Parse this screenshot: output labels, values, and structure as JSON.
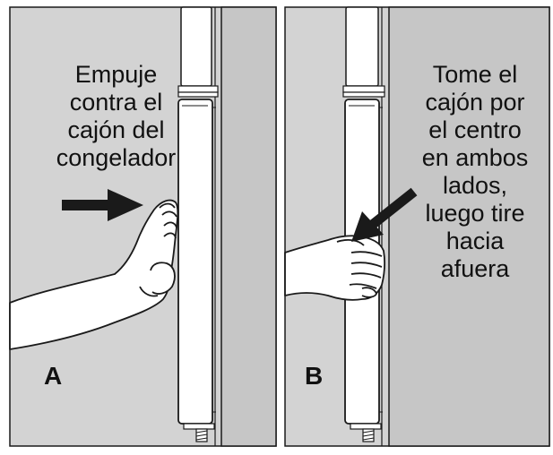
{
  "panels": [
    {
      "letter": "A",
      "instruction_lines": [
        "Empuje",
        "contra el",
        "cajón del",
        "congelador"
      ]
    },
    {
      "letter": "B",
      "instruction_lines": [
        "Tome el",
        "cajón por",
        "el centro",
        "en ambos",
        "lados,",
        "luego tire",
        "hacia",
        "afuera"
      ]
    }
  ],
  "colors": {
    "panel_background": "#d3d3d3",
    "cabinet": "#c6c6c6",
    "outline": "#1a1a1a",
    "drawer_fill": "#ffffff"
  }
}
